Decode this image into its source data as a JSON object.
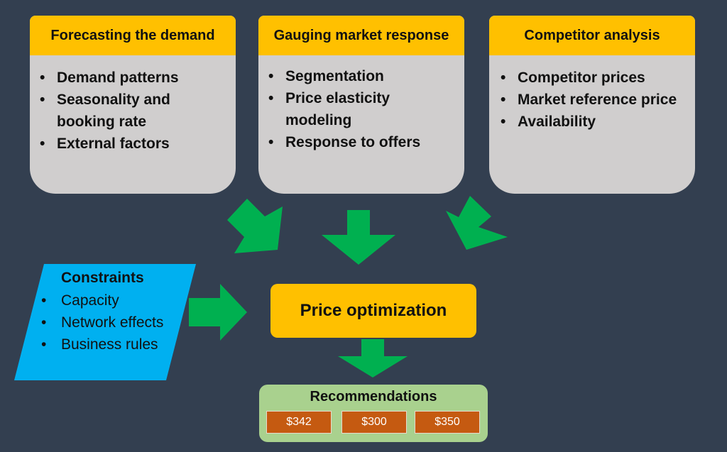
{
  "cards": [
    {
      "title": "Forecasting the demand",
      "items": [
        "Demand patterns",
        "Seasonality and booking rate",
        "External factors"
      ]
    },
    {
      "title": "Gauging market response",
      "items": [
        "Segmentation",
        "Price elasticity modeling",
        "Response to offers"
      ]
    },
    {
      "title": "Competitor analysis",
      "items": [
        "Competitor prices",
        "Market reference price",
        "Availability"
      ]
    }
  ],
  "constraints": {
    "title": "Constraints",
    "items": [
      "Capacity",
      "Network effects",
      "Business rules"
    ]
  },
  "optimization": {
    "label": "Price optimization"
  },
  "recommendations": {
    "title": "Recommendations",
    "prices": [
      "$342",
      "$300",
      "$350"
    ]
  },
  "colors": {
    "background": "#333F50",
    "card_body": "#D0CECE",
    "card_header": "#FFC000",
    "arrow": "#00B050",
    "constraints": "#00B0F0",
    "recommendations": "#A9D18E",
    "price_chip": "#C55A11"
  }
}
